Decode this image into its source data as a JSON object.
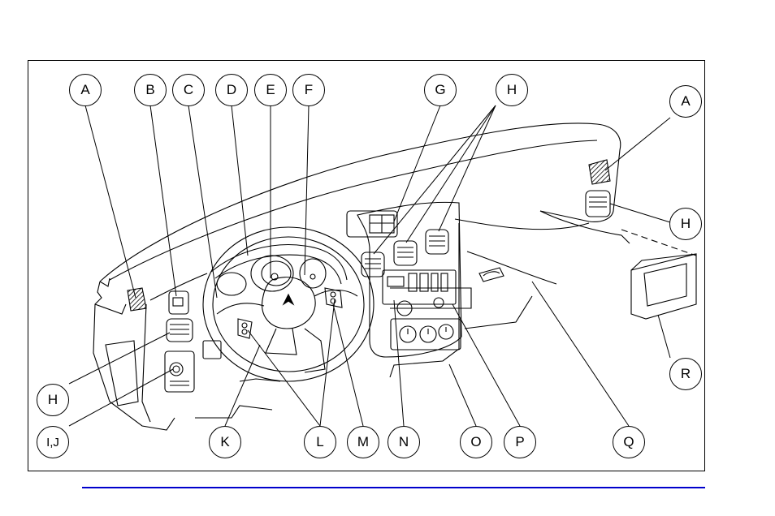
{
  "figure": {
    "callouts": [
      {
        "id": "A-left",
        "label": "A"
      },
      {
        "id": "B",
        "label": "B"
      },
      {
        "id": "C",
        "label": "C"
      },
      {
        "id": "D",
        "label": "D"
      },
      {
        "id": "E",
        "label": "E"
      },
      {
        "id": "F",
        "label": "F"
      },
      {
        "id": "G",
        "label": "G"
      },
      {
        "id": "H-top",
        "label": "H"
      },
      {
        "id": "A-right",
        "label": "A"
      },
      {
        "id": "H-right",
        "label": "H"
      },
      {
        "id": "R",
        "label": "R"
      },
      {
        "id": "H-left",
        "label": "H"
      },
      {
        "id": "IJ",
        "label": "I,J"
      },
      {
        "id": "K",
        "label": "K"
      },
      {
        "id": "L",
        "label": "L"
      },
      {
        "id": "M",
        "label": "M"
      },
      {
        "id": "N",
        "label": "N"
      },
      {
        "id": "O",
        "label": "O"
      },
      {
        "id": "P",
        "label": "P"
      },
      {
        "id": "Q",
        "label": "Q"
      }
    ]
  },
  "colors": {
    "line": "#000000",
    "rule": "#0000cc"
  }
}
